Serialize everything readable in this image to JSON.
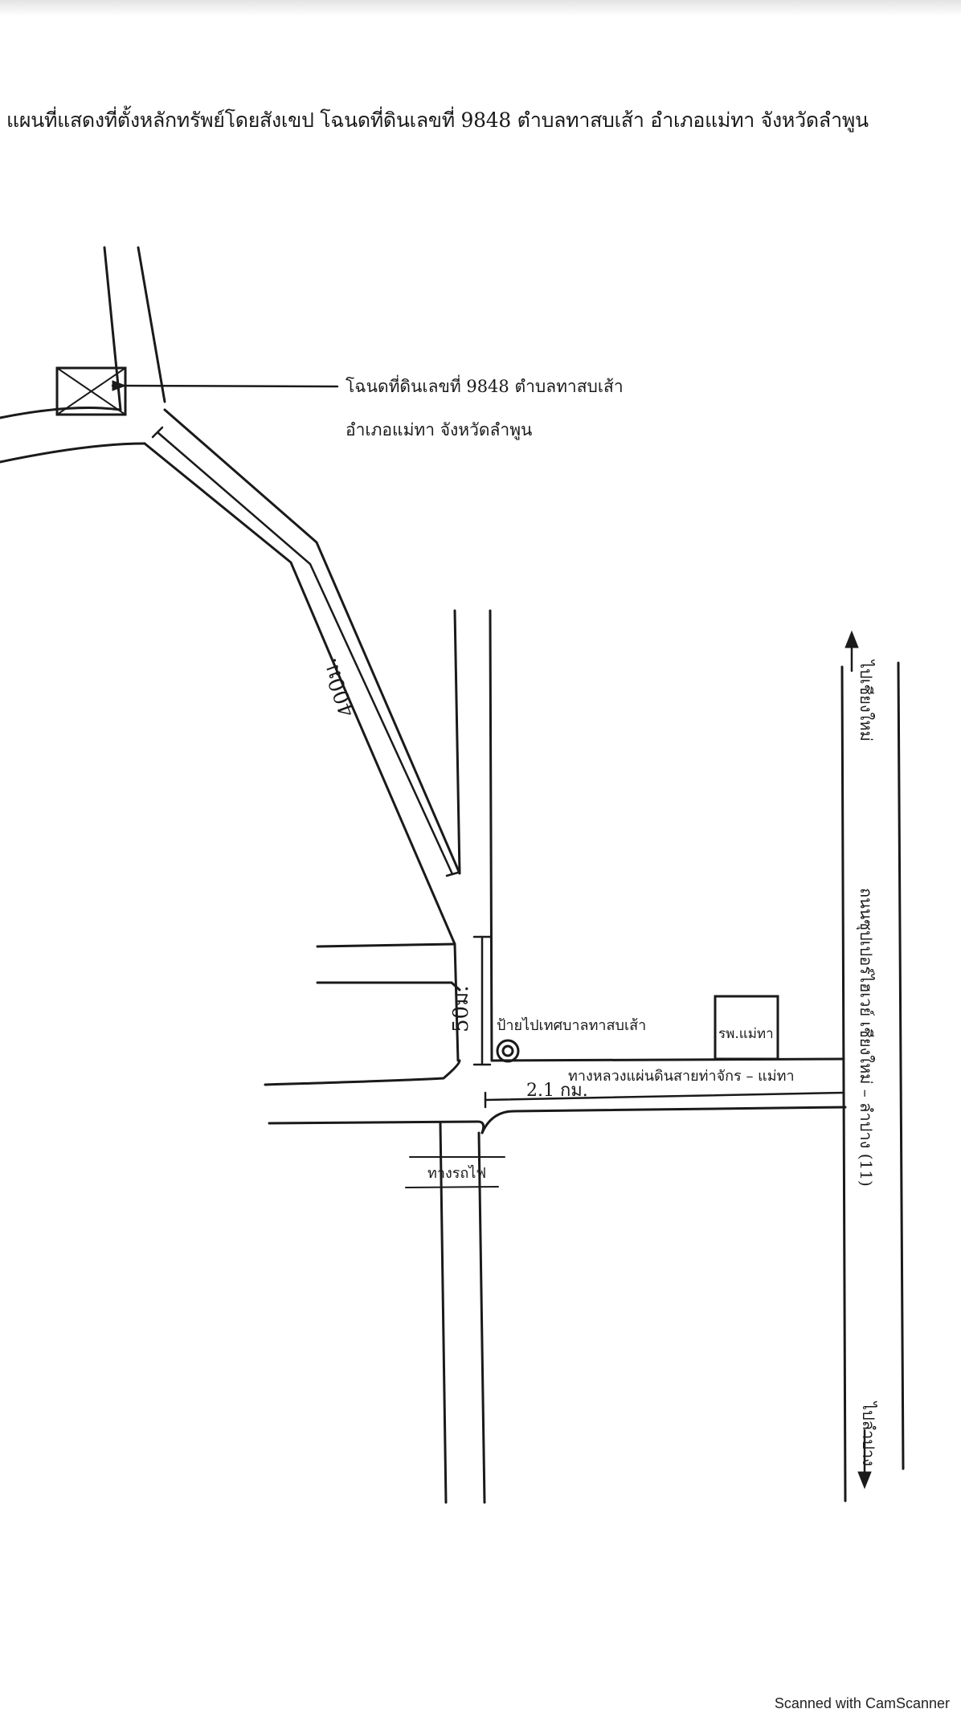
{
  "title": "แผนที่แสดงที่ตั้งหลักทรัพย์โดยสังเขป โฉนดที่ดินเลขที่ 9848 ตำบลทาสบเส้า อำเภอแม่ทา จังหวัดลำพูน",
  "map": {
    "parcel_label_line1": "โฉนดที่ดินเลขที่ 9848 ตำบลทาสบเส้า",
    "parcel_label_line2": "อำเภอแม่ทา จังหวัดลำพูน",
    "distance_400m": "400ม.",
    "distance_50m": "50ม.",
    "distance_2_1km": "2.1 กม.",
    "sign_label": "ป้ายไปเทศบาลทาสบเส้า",
    "hospital_label": "รพ.แม่ทา",
    "rural_road_label": "ทางหลวงแผ่นดินสายท่าจักร – แม่ทา",
    "railway_label": "ทางรถไฟ",
    "superhighway_label": "ถนนซุปเปอร์ไฮเวย์ เชียงใหม่ – ลำปาง (11)",
    "to_chiangmai_label": "ไปเชียงใหม่",
    "to_lampang_label": "ไปลำปาง"
  },
  "footer": "Scanned with CamScanner",
  "colors": {
    "ink": "#1a1a1a",
    "paper": "#ffffff"
  }
}
